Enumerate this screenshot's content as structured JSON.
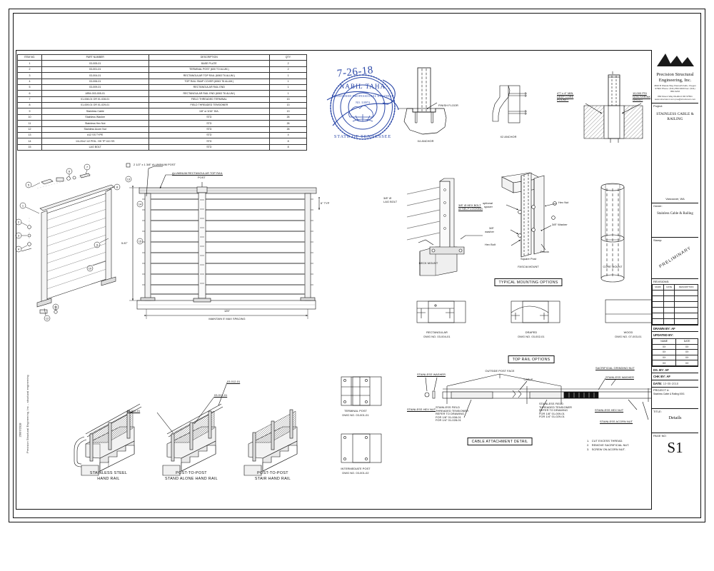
{
  "sheet": {
    "edge_note": "Precision Structural Engineering, Inc.  -  structural engineering",
    "edge_date": "26/07/2018"
  },
  "bom": {
    "headers": [
      "ITEM NO.",
      "PART NUMBER",
      "DESCRIPTION",
      "QTY."
    ],
    "rows": [
      [
        "1",
        "03-005-01",
        "BASE PLATE",
        "2"
      ],
      [
        "2",
        "03-001-01",
        "TERMINAL POST (600 TO ALUM.)",
        "2"
      ],
      [
        "3",
        "03-004-01",
        "RECTANGULAR TOP RAIL (6063 T6 ALUM.)",
        "1"
      ],
      [
        "4",
        "03-006-01",
        "TOP RAIL SNAP COVER (6063 T6 ALUM.)",
        "1"
      ],
      [
        "5",
        "03-009-01",
        "RECTANGULAR RAIL END",
        "1"
      ],
      [
        "6",
        "ARM-003-005-01",
        "RECTANGULAR RAIL END (6063 T6 ALUM.)",
        "1"
      ],
      [
        "7",
        "01-008-01 OR 01-028-01",
        "FIELD THREADED TERMINAL",
        "13"
      ],
      [
        "8",
        "01-009-01 OR 01-029-01",
        "FIELD THREADED TENSIONER",
        "13"
      ],
      [
        "9",
        "Stainless Cable",
        "1/8\" or 3/16\" DIA.",
        "13"
      ],
      [
        "10",
        "Stainless Washer",
        "STD",
        "26"
      ],
      [
        "11",
        "Stainless Hex Nut",
        "STD",
        "26"
      ],
      [
        "12",
        "Stainless Acorn Nut",
        "STD",
        "26"
      ],
      [
        "13",
        "#12 SS TYPE",
        "STD",
        "4"
      ],
      [
        "14",
        "1/4-20x2 1/2 PHIL. HH TP 410 SS",
        "STD",
        "8"
      ],
      [
        "15",
        "LAG BOLT",
        "STD",
        "8"
      ]
    ]
  },
  "stamp": {
    "date": "7-26-18",
    "engineer_name": "NABIL TAHA",
    "line_top": "REGISTERED PROFESSIONAL ENGINEER",
    "number": "NO. 118974",
    "state": "STATE OF TENNESSEE"
  },
  "anchor_details": {
    "finish_floor": "FINISH FLOOR",
    "x4_anchor": "X4 ANCHOR",
    "x2_anchor": "X2 ANCHOR",
    "core_pocket": "4\"□ x 4\" MIN.\nDEEP CORE\nPOCKET",
    "grout": "10,000 PSI\nNON-SHRINK\nGROUT"
  },
  "elevation": {
    "post_note": "2 1/2\" x 1 3/8\" ALUMINUM POST",
    "toprail_note": "ALUMINUM RECTANGULAR TOP RAIL",
    "height": "5.87'",
    "span": "125\"",
    "spacing_note": "MAINTAIN 5' MAX SPACING",
    "cable_spacing": "6\" TYP",
    "balloons": [
      "1",
      "2",
      "3",
      "4",
      "5",
      "6",
      "7",
      "8",
      "9",
      "10",
      "11",
      "12",
      "13",
      "14",
      "15"
    ]
  },
  "post_detail": {
    "post_label": "POST",
    "lag_note": "3/8\" Ø\nLAG BOLT"
  },
  "mounting": {
    "title": "TYPICAL MOUNTING OPTIONS",
    "deck": {
      "caption": "DECK MOUNT",
      "note": "3/8\" Ø HEX BOLT\nw/ SELF LOCKING"
    },
    "fascia": {
      "caption": "FASCIA MOUNT",
      "spacer": "optional\nspacer",
      "hexnut": "Hex Nut",
      "washer_l": "3/8\"\nwasher",
      "washer_r": "3/8\" Washer",
      "hexbolt": "Hex Bolt",
      "fascia": "Fascia",
      "square_post": "Square Post"
    },
    "core": {
      "caption": "CORE MOUNT"
    }
  },
  "toprail": {
    "title": "TOP RAIL OPTIONS",
    "options": [
      {
        "name": "RECTANGULAR",
        "dwg": "DWG NO. 03-004-01"
      },
      {
        "name": "DRAPED",
        "dwg": "DWG NO. 03-002-01"
      },
      {
        "name": "WOOD",
        "dwg": "DWG NO. 07-003-01"
      }
    ]
  },
  "posts": {
    "terminal": {
      "name": "TERMINAL POST",
      "dwg": "DWG NO. 03-001-01"
    },
    "intermediate": {
      "name": "INTERMEDIATE POST",
      "dwg": "DWG NO. 03-001-02"
    }
  },
  "cable_detail": {
    "title": "CABLE ATTACHMENT DETAIL",
    "stainless_washer": "STAINLESS WASHER",
    "stainless_hex_nut_l": "STAINLESS HEX NUT",
    "outside_post_face": "OUTSIDE POST FACE",
    "cable": "CABLE",
    "sacrificial_nut": "SACRIFICIAL GRINDING NUT",
    "stainless_washer_r": "STAINLESS WASHER",
    "stainless_hex_nut_r": "STAINLESS HEX NUT",
    "stainless_acorn_nut": "STAINLESS ACORN NUT",
    "terminal_note": "STAINLESS FIELD\nTHREADED TENSIONER\nREFER TO DRAWING\nFOR 1/8\" 01-008-01\nFOR 1/4\" 01-028-01",
    "tensioner_note": "STAINLESS FIELD\nTHREADED TENSIONER\nREFER TO DRAWING\nFOR 1/8\" 01-009-01\nFOR 1/4\" 01-029-01",
    "notes": [
      "1.   CUT EXCESS THREAD.",
      "2.   REMOVE SACRIFICIAL NUT.",
      "3.   SCREW ON ACORN NUT."
    ]
  },
  "handrails": [
    {
      "line1": "STAINLESS STEEL",
      "line2": "HAND RAIL"
    },
    {
      "line1": "POST-TO-POST",
      "line2": "STAND ALONE HAND RAIL"
    },
    {
      "line1": "POST-TO-POST",
      "line2": "STAIR HAND RAIL"
    }
  ],
  "handrail_tags": [
    "03-012-01",
    "03-012-01",
    "03-012-01"
  ],
  "titleblock": {
    "firm_name": "Precision\nStructural\nEngineering,\nInc.",
    "address1": "4810  B  Shasta Way\nKlamath Falls, Oregon\n97603\nPhone: (541) 850-6300\nFax: (541) 850-6233",
    "address2": "882 Mount Way\nMedford OR  97501\nwww.structure1.com\npse@structure1.com",
    "project_label": "Project:",
    "project_name": "STAINLESS\nCABLE & RAILING",
    "project_location": "Vancouver, WA",
    "owner_label": "Owner:",
    "owner_name": "Stainless Cable &\nRailing",
    "stamp_label": "Stamp:",
    "stamp_text": "PRELIMINARY",
    "revisions_label": "REVISIONS:",
    "revisions_headers": [
      "MARK",
      "DATE",
      "DESCRIPTION"
    ],
    "revisions_rows": [
      [
        "",
        "",
        ""
      ],
      [
        "",
        "",
        ""
      ],
      [
        "",
        "",
        ""
      ],
      [
        "",
        "",
        ""
      ],
      [
        "",
        "",
        ""
      ],
      [
        "",
        "",
        ""
      ]
    ],
    "drawn_by_label": "DRAWN BY:",
    "drawn_by": "AF",
    "updated_by_label": "UPDATED BY:",
    "updated_headers": [
      "NAME",
      "DATE"
    ],
    "updated_rows": [
      [
        "XX",
        "XX"
      ],
      [
        "XX",
        "XX"
      ],
      [
        "XX",
        "XX"
      ],
      [
        "XX",
        "XX"
      ]
    ],
    "ds_by_label": "DS. BY:",
    "ds_by": "AF",
    "chk_by_label": "CHK BY:",
    "chk_by": "AF",
    "date_label": "DATE:",
    "date": "10-08-2018",
    "project_num_label": "PROJECT #:",
    "project_num": "Stainless Cable & Railing\n0001",
    "title_label": "TITLE:",
    "title": "Details",
    "page_label": "PAGE NO:",
    "page": "S1"
  }
}
